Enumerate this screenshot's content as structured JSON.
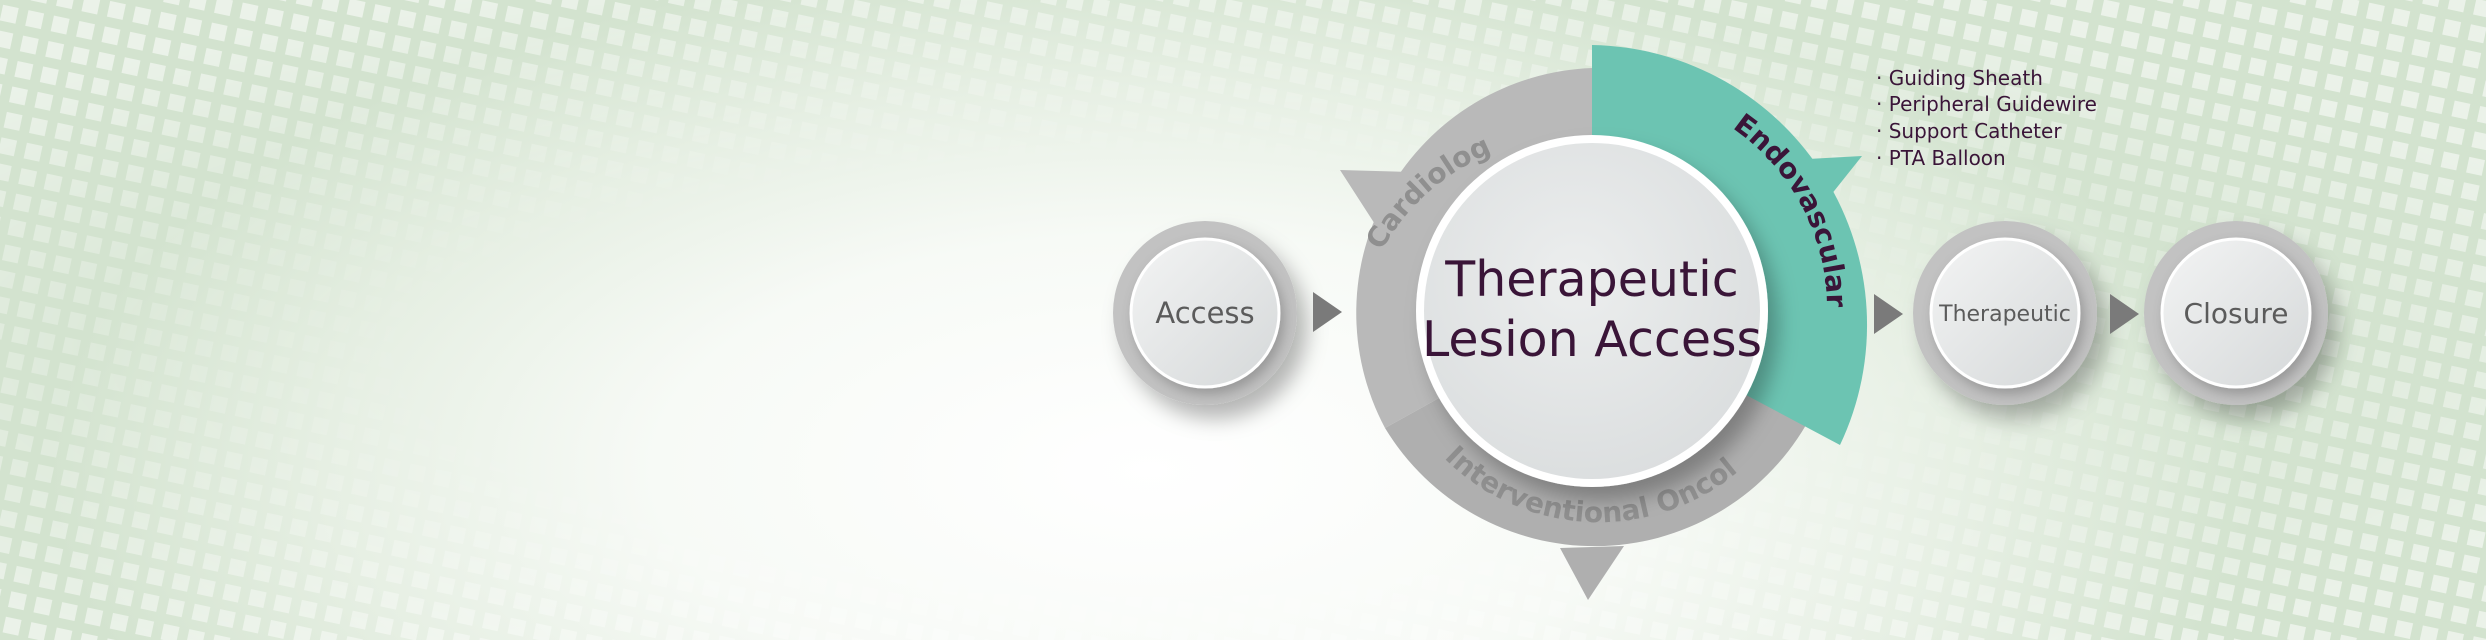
{
  "hub": {
    "line1": "Therapeutic",
    "line2": "Lesion Access"
  },
  "nodes": {
    "access": "Access",
    "therapeutic": "Therapeutic",
    "closure": "Closure"
  },
  "segments": {
    "cardiology": "Cardiology",
    "endovascular": "Endovascular",
    "oncology": "Interventional Oncology"
  },
  "products": [
    "· Guiding Sheath",
    "· Peripheral Guidewire",
    "· Support Catheter",
    "· PTA Balloon"
  ],
  "colors": {
    "accent": "#6cc4b2",
    "ring": "#bdbdbd",
    "hub_text": "#3a1538",
    "arrow": "#7a7a7a"
  }
}
